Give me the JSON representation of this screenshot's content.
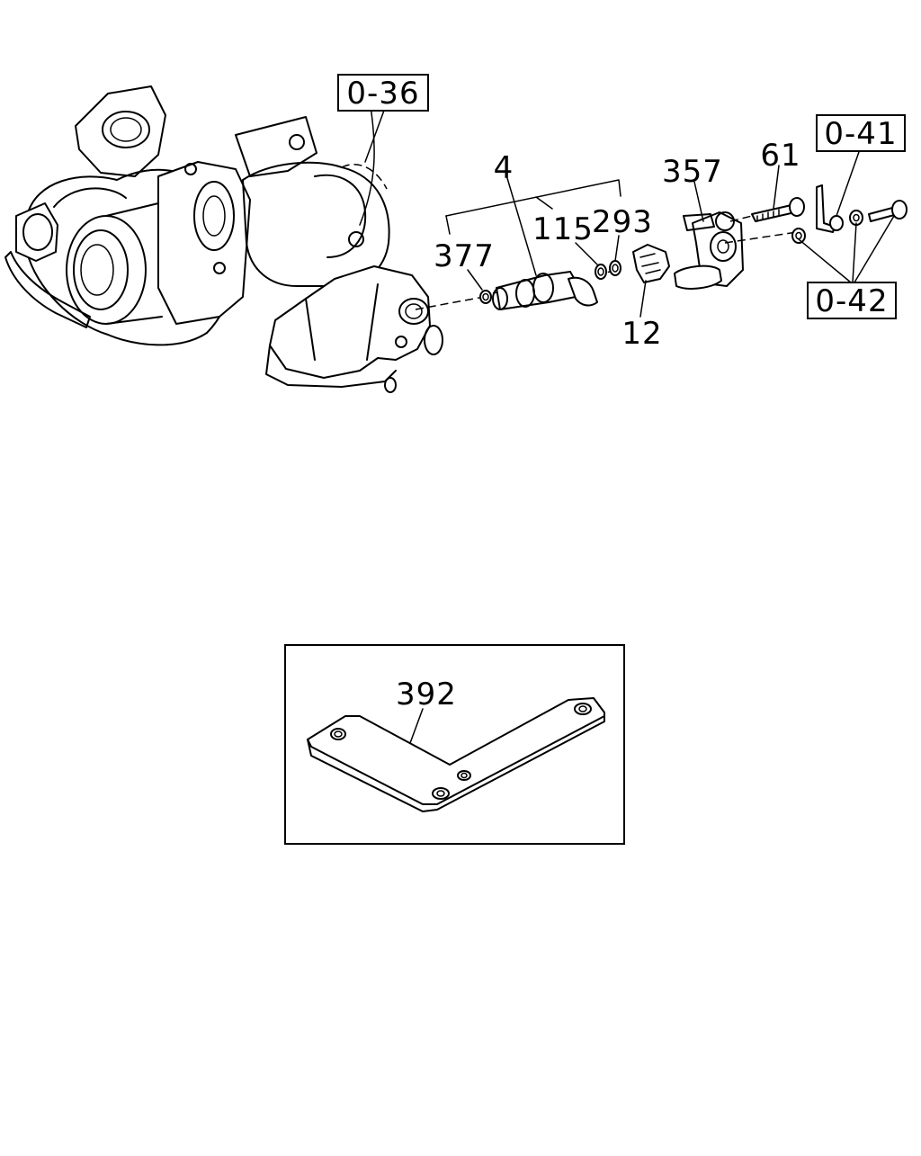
{
  "references": {
    "ref_036": "0-36",
    "ref_041": "0-41",
    "ref_042": "0-42"
  },
  "callouts": {
    "c4": "4",
    "c115": "115",
    "c293": "293",
    "c377": "377",
    "c12": "12",
    "c357": "357",
    "c61": "61",
    "c392": "392"
  }
}
